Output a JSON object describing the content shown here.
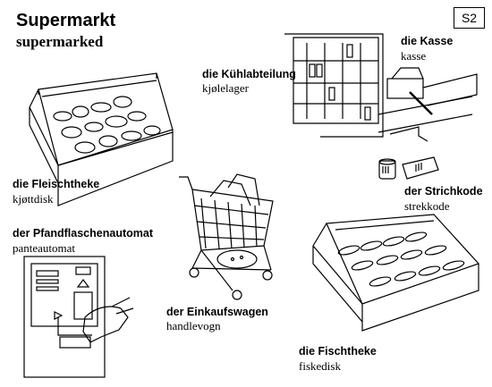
{
  "header": {
    "title_de": "Supermarkt",
    "title_no": "supermarked",
    "badge": "S2"
  },
  "items": {
    "fleischtheke": {
      "de": "die Fleischtheke",
      "no": "kjøttdisk"
    },
    "kuehlabteilung": {
      "de": "die Kühlabteilung",
      "no": "kjølelager"
    },
    "kasse": {
      "de": "die Kasse",
      "no": "kasse"
    },
    "strichkode": {
      "de": "der Strichkode",
      "no": "strekkode"
    },
    "pfandflaschenautomat": {
      "de": "der Pfandflaschenautomat",
      "no": "panteautomat"
    },
    "einkaufswagen": {
      "de": "der Einkaufswagen",
      "no": "handlevogn"
    },
    "fischtheke": {
      "de": "die Fischtheke",
      "no": "fiskedisk"
    }
  }
}
